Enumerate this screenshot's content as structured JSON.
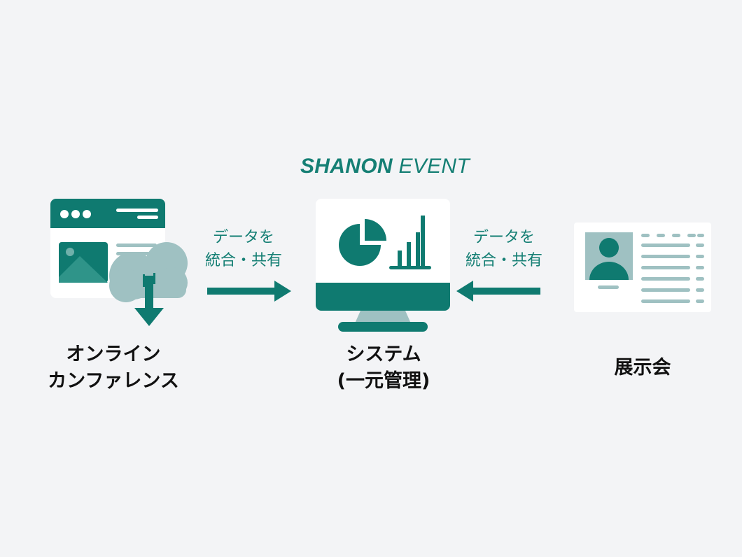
{
  "brand": {
    "bold": "SHANON",
    "light": "EVENT"
  },
  "flows": {
    "left": [
      "データを",
      "統合・共有"
    ],
    "right": [
      "データを",
      "統合・共有"
    ]
  },
  "nodes": {
    "online": [
      "オンライン",
      "カンファレンス"
    ],
    "system": [
      "システム",
      "(一元管理)"
    ],
    "expo": [
      "展示会"
    ]
  },
  "colors": {
    "teal": "#0f7a70",
    "teal_light": "#9fc1c2",
    "background": "#f3f4f6",
    "white": "#ffffff"
  }
}
